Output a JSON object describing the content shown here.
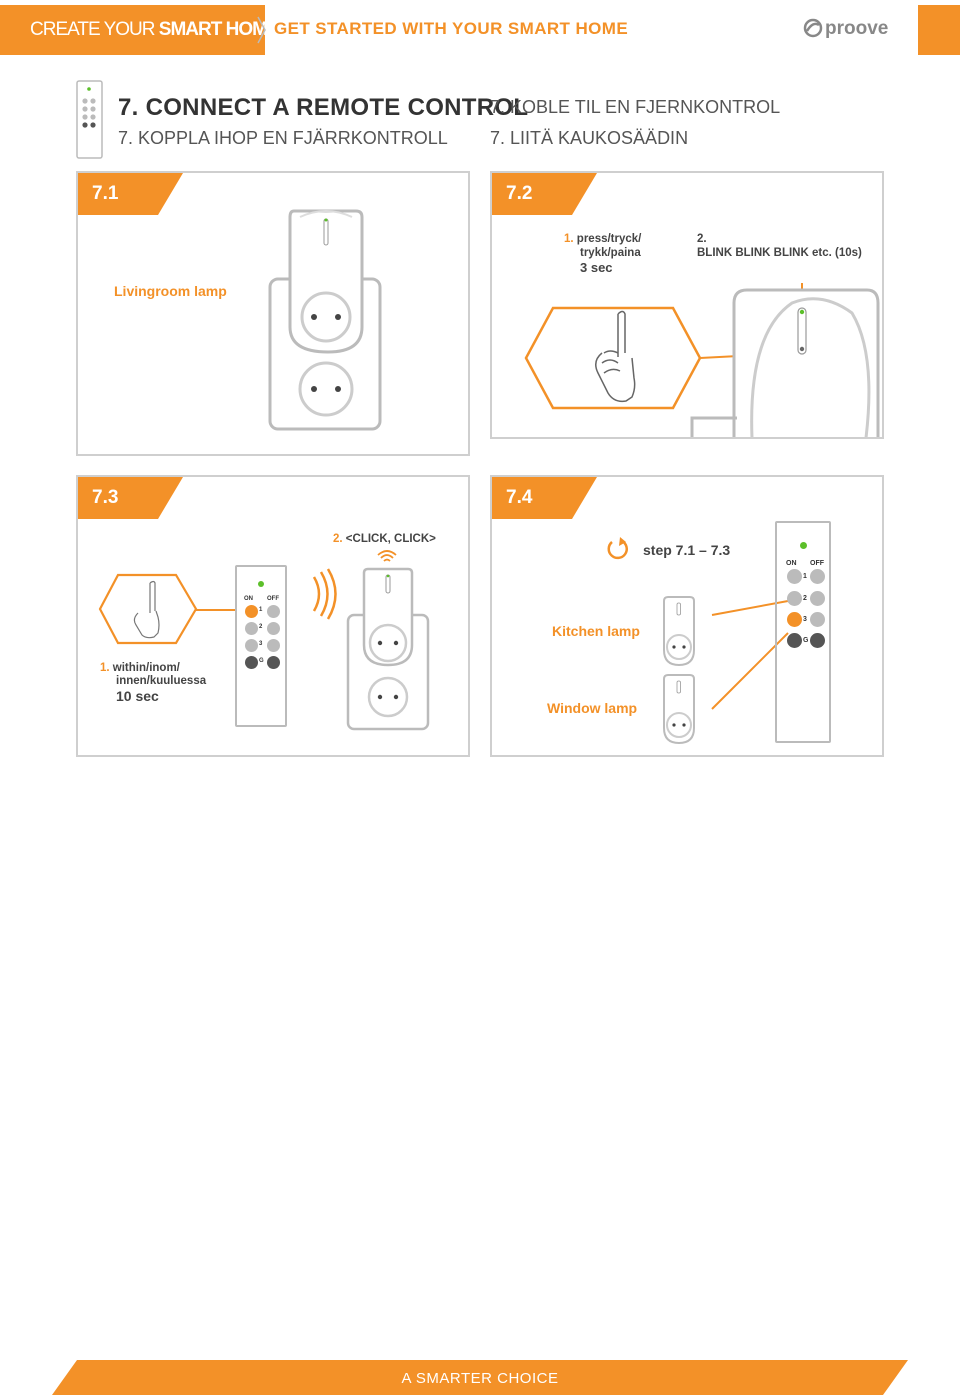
{
  "header": {
    "title_light": "CREATE YOUR ",
    "title_bold": "SMART HOME",
    "subtitle": "GET STARTED WITH YOUR SMART HOME",
    "brand": "proove"
  },
  "section": {
    "title_en": "7. CONNECT A REMOTE CONTROL",
    "title_se": "7. KOPPLA IHOP EN FJÄRRKONTROLL",
    "title_no": "7. KOBLE TIL EN FJERNKONTROL",
    "title_fi": "7. LIITÄ KAUKOSÄÄDIN"
  },
  "steps": {
    "s71": {
      "num": "7.1",
      "label": "Livingroom lamp"
    },
    "s72": {
      "num": "7.2",
      "p1_num": "1.",
      "p1_text_a": "press/tryck/",
      "p1_text_b": "trykk/paina",
      "p1_time": "3 sec",
      "p2_num": "2.",
      "p2_text": "BLINK BLINK BLINK etc. (10s)"
    },
    "s73": {
      "num": "7.3",
      "p1_num": "1.",
      "p1_text_a": "within/inom/",
      "p1_text_b": "innen/kuuluessa",
      "p1_time": "10 sec",
      "p2_num": "2.",
      "p2_text": "<CLICK, CLICK>"
    },
    "s74": {
      "num": "7.4",
      "repeat_text": "step 7.1 – 7.3",
      "label_kitchen": "Kitchen lamp",
      "label_window": "Window lamp"
    }
  },
  "remote": {
    "on": "ON",
    "off": "OFF",
    "row1": "1",
    "row2": "2",
    "row3": "3",
    "rowg": "G"
  },
  "footer": {
    "text": "A SMARTER CHOICE"
  },
  "colors": {
    "accent": "#f39128",
    "led": "#5cbf2a",
    "border": "#cfcfcf"
  }
}
